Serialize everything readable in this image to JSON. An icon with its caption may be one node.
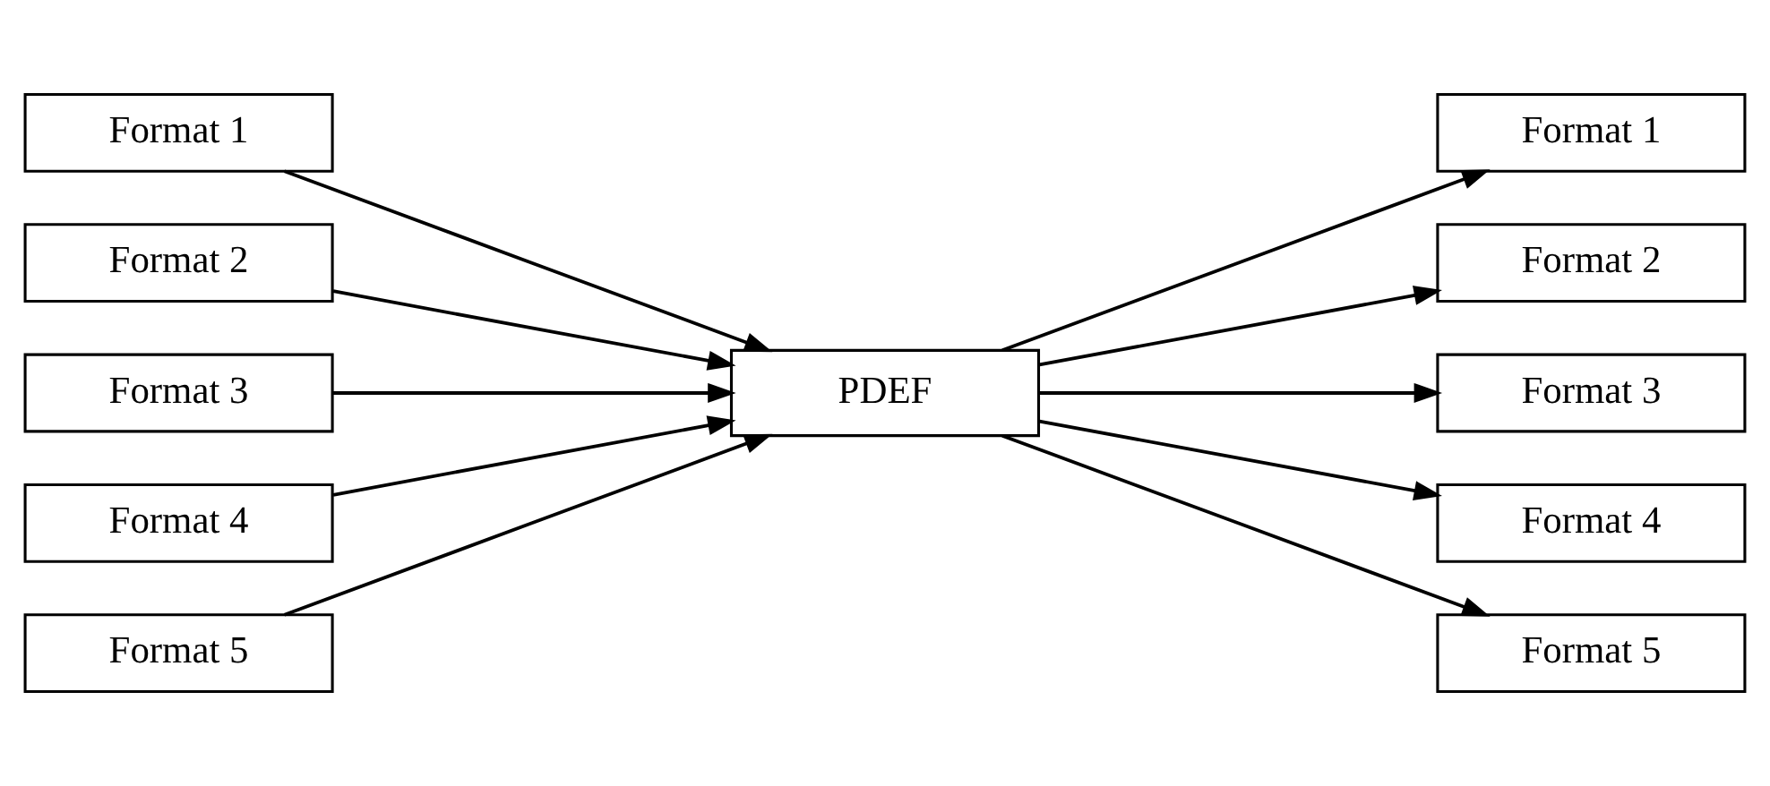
{
  "diagram": {
    "nodes": [
      {
        "text": [
          "Format 1"
        ]
      },
      {
        "text": [
          "Format 2"
        ]
      },
      {
        "text": [
          "Format 3"
        ]
      },
      {
        "text": [
          "Format 4"
        ]
      },
      {
        "text": [
          "Format 5"
        ]
      },
      {
        "text": [
          "PDEF"
        ]
      },
      {
        "text": [
          "Format 1"
        ]
      },
      {
        "text": [
          "Format 2"
        ]
      },
      {
        "text": [
          "Format 3"
        ]
      },
      {
        "text": [
          "Format 4"
        ]
      },
      {
        "text": [
          "Format 5"
        ]
      }
    ],
    "edges": [
      {
        "from": 0,
        "to": 5,
        "arrow": "to"
      },
      {
        "from": 1,
        "to": 5,
        "arrow": "to"
      },
      {
        "from": 2,
        "to": 5,
        "arrow": "to"
      },
      {
        "from": 3,
        "to": 5,
        "arrow": "to"
      },
      {
        "from": 4,
        "to": 5,
        "arrow": "to"
      },
      {
        "from": 5,
        "to": 6,
        "arrow": "to"
      },
      {
        "from": 5,
        "to": 7,
        "arrow": "to"
      },
      {
        "from": 5,
        "to": 8,
        "arrow": "to"
      },
      {
        "from": 5,
        "to": 9,
        "arrow": "to"
      },
      {
        "from": 5,
        "to": 10,
        "arrow": "to"
      }
    ]
  }
}
